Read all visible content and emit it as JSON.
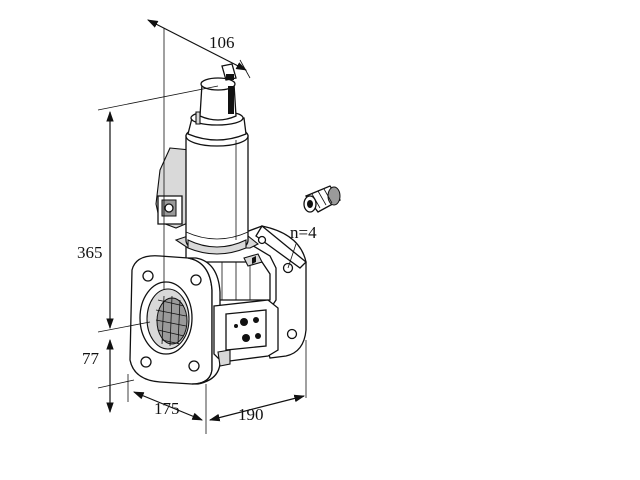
{
  "dimensions": {
    "top_width": "106",
    "height_total": "365",
    "height_lower": "77",
    "depth": "175",
    "length": "190",
    "bolt_count": "n=4"
  },
  "colors": {
    "line": "#111111",
    "shade": "#d9d9d9",
    "dark": "#9a9a9a",
    "background": "#ffffff"
  }
}
